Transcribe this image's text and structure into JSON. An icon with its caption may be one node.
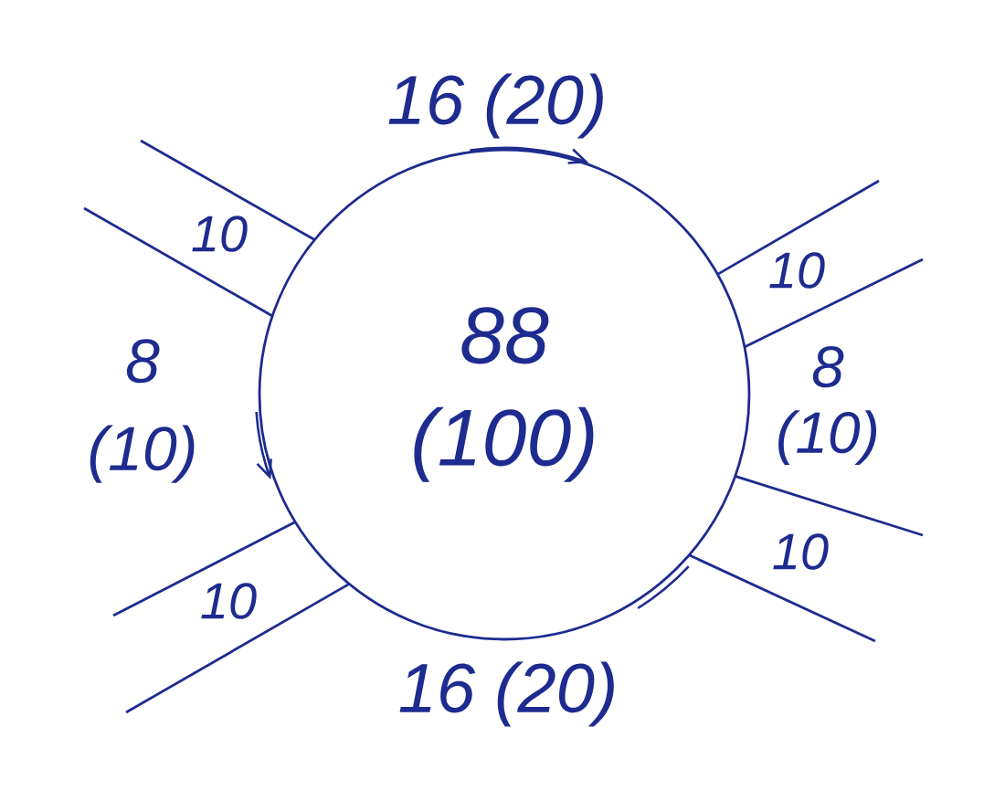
{
  "diagram": {
    "nodes": [
      {
        "text": [
          "88 (100)"
        ]
      },
      {
        "text": [
          "10"
        ]
      },
      {
        "text": [
          "10"
        ]
      },
      {
        "text": [
          "10"
        ]
      },
      {
        "text": [
          "10"
        ]
      }
    ],
    "labels": [
      "16 (20)",
      "8 (10)",
      "8 (10)",
      "16 (20)"
    ]
  }
}
